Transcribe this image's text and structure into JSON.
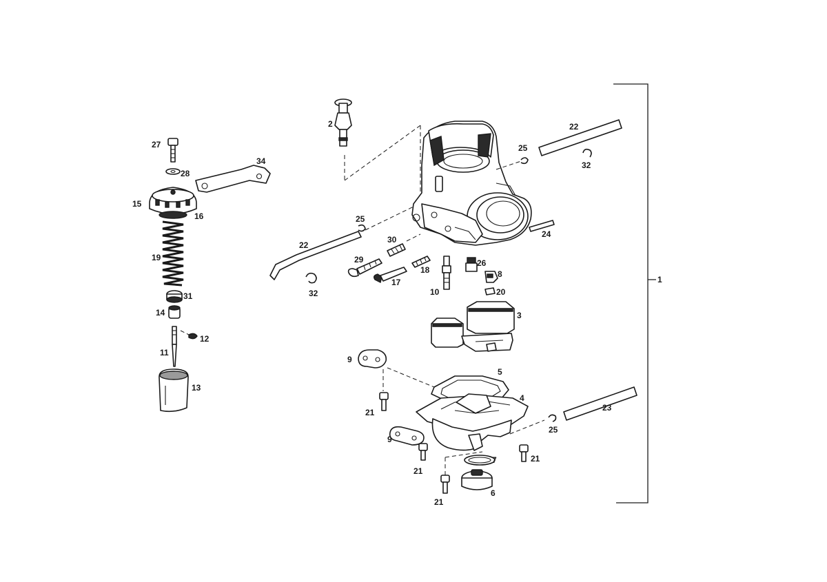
{
  "callouts": {
    "c1": "1",
    "c2": "2",
    "c3": "3",
    "c4": "4",
    "c5": "5",
    "c6": "6",
    "c7": "7",
    "c8": "8",
    "c9a": "9",
    "c9b": "9",
    "c10": "10",
    "c11": "11",
    "c12": "12",
    "c13": "13",
    "c14": "14",
    "c15": "15",
    "c16": "16",
    "c17": "17",
    "c18": "18",
    "c19": "19",
    "c20": "20",
    "c21a": "21",
    "c21b": "21",
    "c21c": "21",
    "c21d": "21",
    "c22a": "22",
    "c22b": "22",
    "c23": "23",
    "c24": "24",
    "c25a": "25",
    "c25b": "25",
    "c25c": "25",
    "c26": "26",
    "c27": "27",
    "c28": "28",
    "c29": "29",
    "c30": "30",
    "c31": "31",
    "c32a": "32",
    "c32b": "32",
    "c34": "34"
  }
}
